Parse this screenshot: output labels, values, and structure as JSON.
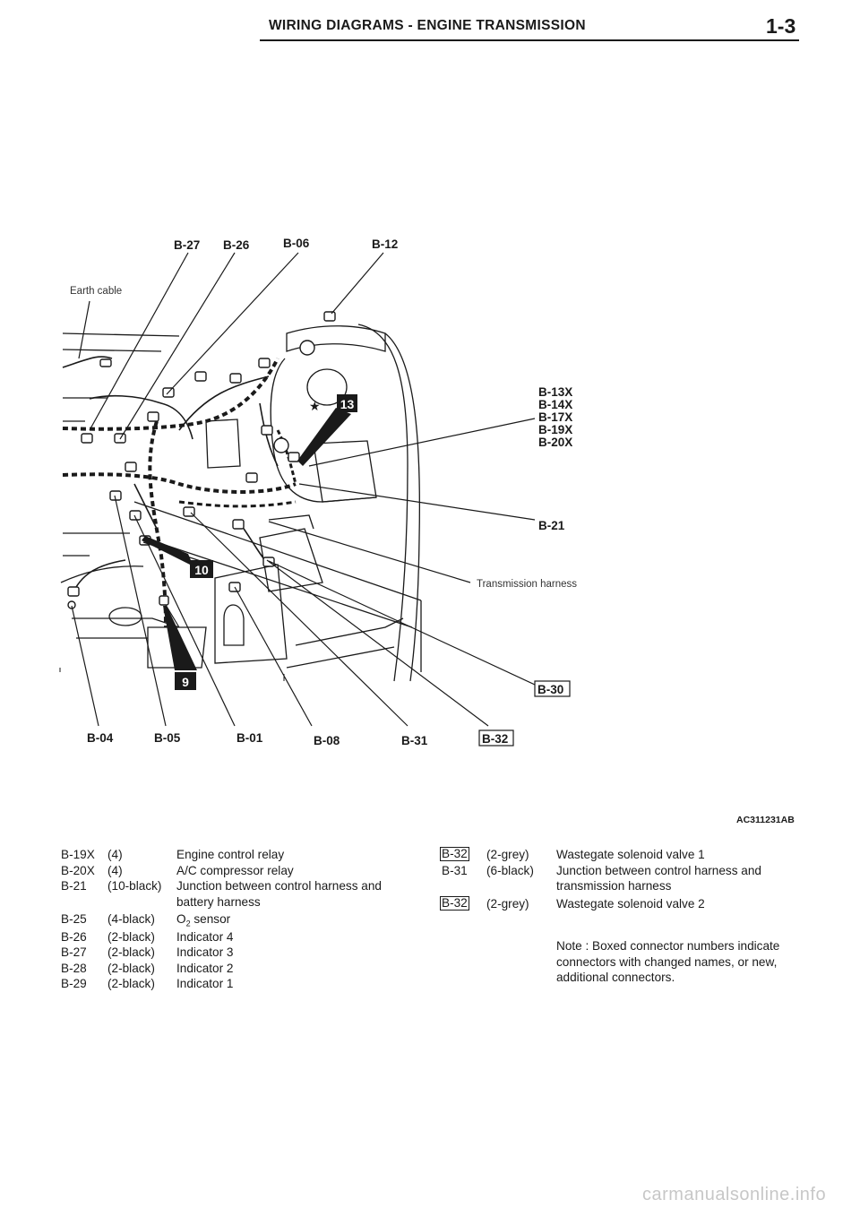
{
  "header": {
    "title": "WIRING DIAGRAMS - ENGINE TRANSMISSION",
    "page": "1-3"
  },
  "diagram": {
    "callouts": {
      "earth_cable": "Earth cable",
      "transmission_harness": "Transmission harness"
    },
    "top_labels": [
      "B-27",
      "B-26",
      "B-06",
      "B-12"
    ],
    "right_labels": [
      "B-13X",
      "B-14X",
      "B-17X",
      "B-19X",
      "B-20X",
      "B-21"
    ],
    "boxed_right": "B-30",
    "bottom_labels": [
      "B-04",
      "B-05",
      "B-01",
      "B-08",
      "B-31"
    ],
    "boxed_bottom": "B-32",
    "markers": [
      "13",
      "10",
      "9"
    ],
    "star": "★",
    "figure_id": "AC311231AB"
  },
  "legend_left": [
    {
      "code": "B-19X",
      "spec": "(4)",
      "desc": "Engine control relay"
    },
    {
      "code": "B-20X",
      "spec": "(4)",
      "desc": "A/C compressor relay"
    },
    {
      "code": "B-21",
      "spec": "(10-black)",
      "desc": "Junction between control harness and battery harness"
    },
    {
      "code": "B-25",
      "spec": "(4-black)",
      "desc_prefix": "O",
      "desc_sub": "2",
      "desc_suffix": " sensor"
    },
    {
      "code": "B-26",
      "spec": "(2-black)",
      "desc": "Indicator 4"
    },
    {
      "code": "B-27",
      "spec": "(2-black)",
      "desc": "Indicator 3"
    },
    {
      "code": "B-28",
      "spec": "(2-black)",
      "desc": "Indicator 2"
    },
    {
      "code": "B-29",
      "spec": "(2-black)",
      "desc": "Indicator 1"
    }
  ],
  "legend_right": [
    {
      "code": "B-32",
      "boxed": true,
      "spec": "(2-grey)",
      "desc": "Wastegate solenoid valve 1"
    },
    {
      "code": "B-31",
      "boxed": false,
      "spec": "(6-black)",
      "desc": "Junction between control harness and transmission harness"
    },
    {
      "code": "B-32",
      "boxed": true,
      "spec": "(2-grey)",
      "desc": "Wastegate solenoid valve 2"
    }
  ],
  "note": "Note : Boxed connector numbers indicate connectors with changed names, or new, additional connectors.",
  "watermark": "carmanualsonline.info"
}
